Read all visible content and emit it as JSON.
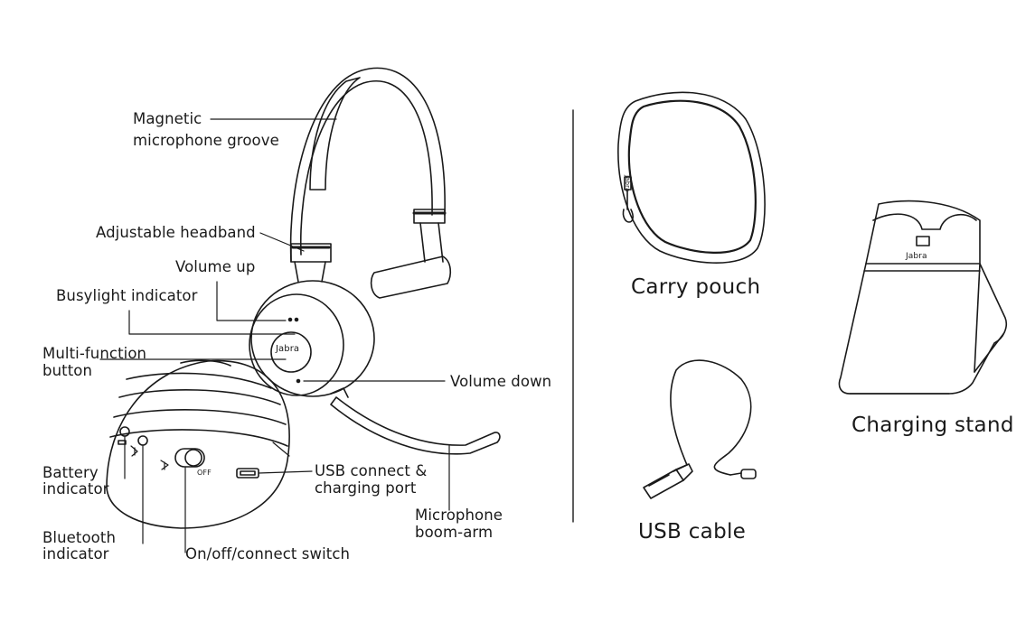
{
  "labels": {
    "magnetic_groove_l1": "Magnetic",
    "magnetic_groove_l2": "microphone groove",
    "headband": "Adjustable headband",
    "volume_up": "Volume up",
    "busylight": "Busylight indicator",
    "mfb_l1": "Multi-function",
    "mfb_l2": "button",
    "volume_down": "Volume down",
    "battery_l1": "Battery",
    "battery_l2": "indicator",
    "usb_port_l1": "USB connect &",
    "usb_port_l2": "charging port",
    "bluetooth_l1": "Bluetooth",
    "bluetooth_l2": "indicator",
    "switch": "On/off/connect switch",
    "boom_l1": "Microphone",
    "boom_l2": "boom-arm"
  },
  "accessories": {
    "pouch": "Carry pouch",
    "stand": "Charging stand",
    "cable": "USB cable"
  },
  "brand": {
    "earcup": "Jabra",
    "pouch": "Jabra",
    "stand": "Jabra"
  },
  "switch_text": {
    "off": "OFF"
  },
  "colors": {
    "line": "#1a1a1a",
    "background": "#ffffff"
  }
}
